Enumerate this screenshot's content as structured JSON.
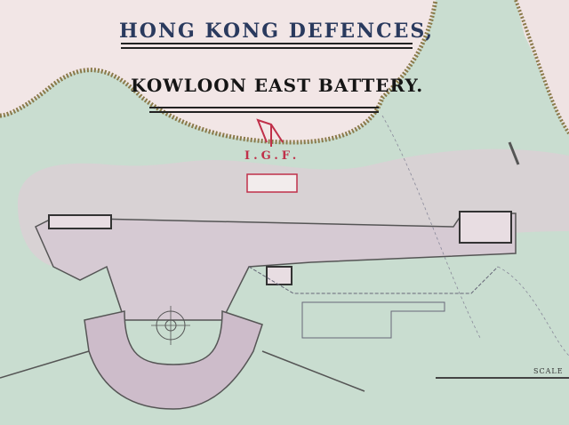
{
  "map": {
    "title": "HONG KONG DEFENCES,",
    "subtitle": "KOWLOON EAST BATTERY.",
    "mark": "I.G.F.",
    "scale_label": "SCALE"
  },
  "colors": {
    "sea": "#f2e4e4",
    "land": "#c9ddd0",
    "works": "#d8c9cf",
    "coast": "#8a7a4a",
    "ink": "#222222",
    "title": "#2a3a5e",
    "accent": "#c0304a"
  }
}
